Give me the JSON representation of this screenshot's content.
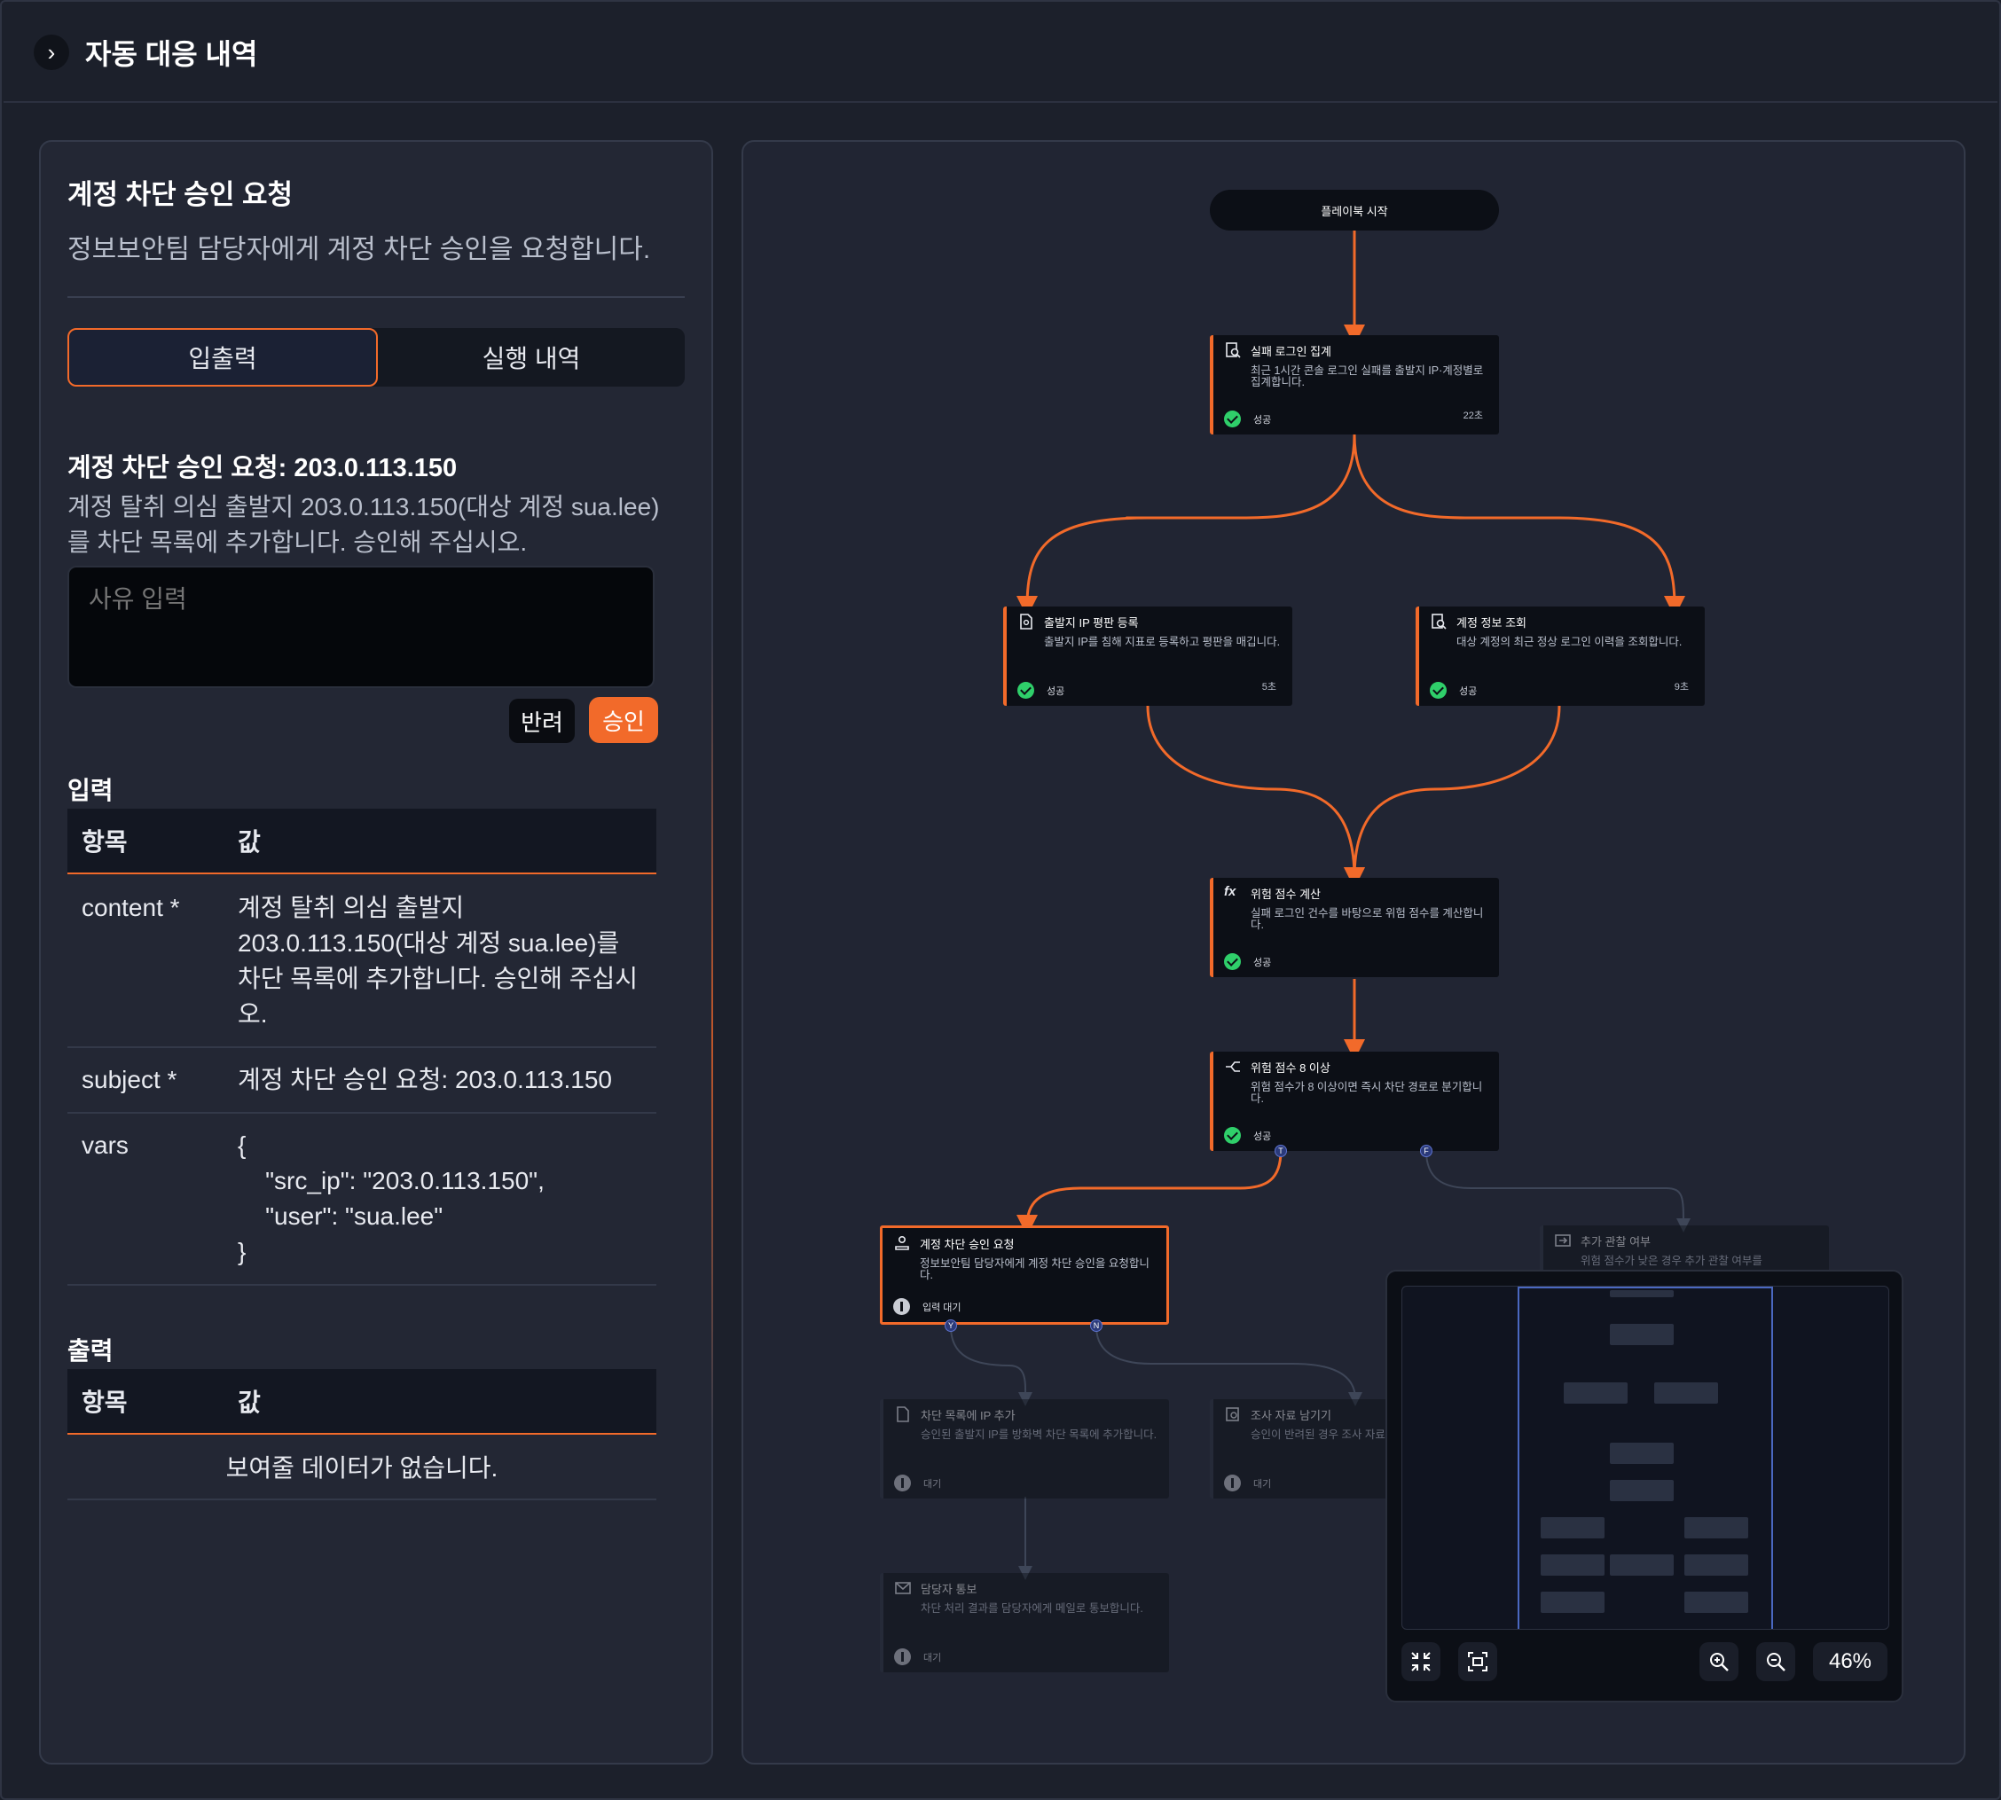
{
  "header": {
    "title": "자동 대응 내역"
  },
  "detail": {
    "title": "계정 차단 승인 요청",
    "description": "정보보안팀 담당자에게 계정 차단 승인을 요청합니다.",
    "tabs": [
      {
        "label": "입출력",
        "active": true
      },
      {
        "label": "실행 내역",
        "active": false
      }
    ],
    "request": {
      "title": "계정 차단 승인 요청: 203.0.113.150",
      "body": "계정 탈취 의심 출발지 203.0.113.150(대상 계정 sua.lee)를 차단 목록에 추가합니다. 승인해 주십시오.",
      "reason_placeholder": "사유 입력",
      "reject_label": "반려",
      "approve_label": "승인"
    },
    "input": {
      "title": "입력",
      "headers": [
        "항목",
        "값"
      ],
      "rows": [
        {
          "key": "content *",
          "value": "계정 탈취 의심 출발지 203.0.113.150(대상 계정 sua.lee)를 차단 목록에 추가합니다. 승인해 주십시오."
        },
        {
          "key": "subject *",
          "value": "계정 차단 승인 요청: 203.0.113.150"
        },
        {
          "key": "vars",
          "value": "{\n    \"src_ip\": \"203.0.113.150\",\n    \"user\": \"sua.lee\"\n}"
        }
      ]
    },
    "output": {
      "title": "출력",
      "headers": [
        "항목",
        "값"
      ],
      "empty": "보여줄 데이터가 없습니다."
    }
  },
  "flow": {
    "start_label": "플레이북 시작",
    "nodes": [
      {
        "id": "agg",
        "icon": "log-search-icon",
        "title": "실패 로그인 집계",
        "desc": "최근 1시간 콘솔 로그인 실패를 출발지 IP·계정별로 집계합니다.",
        "status": "성공",
        "time": "22초",
        "state": "done"
      },
      {
        "id": "ip",
        "icon": "ip-register-icon",
        "title": "출발지 IP 평판 등록",
        "desc": "출발지 IP를 침해 지표로 등록하고 평판을 매깁니다.",
        "status": "성공",
        "time": "5초",
        "state": "done"
      },
      {
        "id": "acct",
        "icon": "account-lookup-icon",
        "title": "계정 정보 조회",
        "desc": "대상 계정의 최근 정상 로그인 이력을 조회합니다.",
        "status": "성공",
        "time": "9초",
        "state": "done"
      },
      {
        "id": "score",
        "icon": "function-icon",
        "title": "위험 점수 계산",
        "desc": "실패 로그인 건수를 바탕으로 위험 점수를 계산합니다.",
        "status": "성공",
        "time": "",
        "state": "done"
      },
      {
        "id": "branch",
        "icon": "branch-icon",
        "title": "위험 점수 8 이상",
        "desc": "위험 점수가 8 이상이면 즉시 차단 경로로 분기합니다.",
        "status": "성공",
        "time": "",
        "state": "done"
      },
      {
        "id": "approve",
        "icon": "approval-user-icon",
        "title": "계정 차단 승인 요청",
        "desc": "정보보안팀 담당자에게 계정 차단 승인을 요청합니다.",
        "status": "입력 대기",
        "time": "",
        "state": "current"
      },
      {
        "id": "extra",
        "icon": "observe-icon",
        "title": "추가 관찰 여부",
        "desc": "위험 점수가 낮은 경우 추가 관찰 여부를",
        "status": "",
        "time": "",
        "state": "dim"
      },
      {
        "id": "block",
        "icon": "block-list-icon",
        "title": "차단 목록에 IP 추가",
        "desc": "승인된 출발지 IP를 방화벽 차단 목록에 추가합니다.",
        "status": "대기",
        "time": "",
        "state": "dim"
      },
      {
        "id": "evidence",
        "icon": "evidence-icon",
        "title": "조사 자료 남기기",
        "desc": "승인이 반려된 경우 조사 자료를 남깁니다.",
        "status": "대기",
        "time": "",
        "state": "dim"
      },
      {
        "id": "notify",
        "icon": "mail-icon",
        "title": "담당자 통보",
        "desc": "차단 처리 결과를 담당자에게 메일로 통보합니다.",
        "status": "대기",
        "time": "",
        "state": "dim"
      }
    ],
    "ports": {
      "true": "T",
      "false": "F",
      "yes": "Y",
      "no": "N"
    },
    "accent": "#f26a2a"
  },
  "minimap": {
    "zoom": "46%",
    "buttons": [
      "collapse-icon",
      "fit-view-icon",
      "zoom-in-icon",
      "zoom-out-icon"
    ]
  }
}
